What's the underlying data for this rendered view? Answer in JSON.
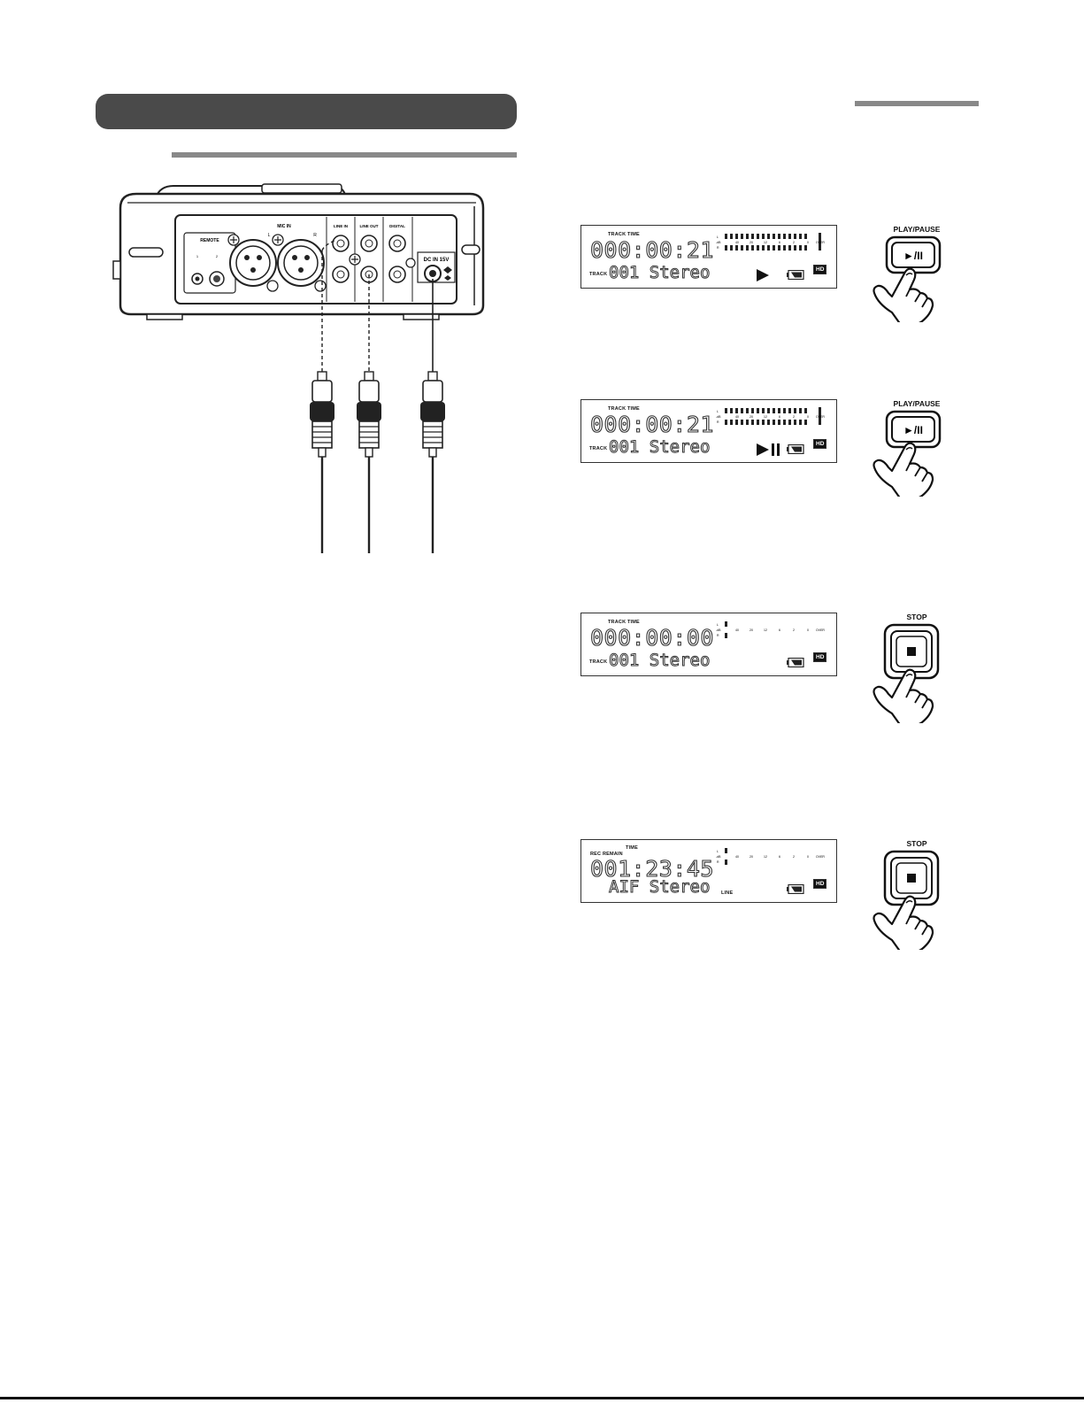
{
  "device": {
    "remote_label": "REMOTE",
    "remote_jack_1": "1",
    "remote_jack_2": "2",
    "mic_in_label": "MIC IN",
    "mic_l": "L",
    "mic_r": "R",
    "line_in_label": "LINE IN",
    "line_out_label": "LINE OUT",
    "digital_label": "DIGITAL",
    "dc_in_label": "DC IN 15V"
  },
  "displays": [
    {
      "top_label": "TRACK TIME",
      "time": "000:00:21",
      "track_label": "TRACK",
      "name": "001 Stereo",
      "state": "play",
      "meter_active": true
    },
    {
      "top_label": "TRACK TIME",
      "time": "000:00:21",
      "track_label": "TRACK",
      "name": "001 Stereo",
      "state": "pause",
      "meter_active": true
    },
    {
      "top_label": "TRACK TIME",
      "time": "000:00:00",
      "track_label": "TRACK",
      "name": "001 Stereo",
      "state": "stop",
      "meter_active": false
    },
    {
      "top_label": "TIME",
      "sub_label": "REC REMAIN",
      "time": "001:23:45",
      "name": "AIF Stereo",
      "source_label": "LINE",
      "state": "stop",
      "meter_active": false
    }
  ],
  "meter": {
    "l": "L",
    "db": "-dB",
    "r": "R",
    "scale": [
      "40",
      "20",
      "12",
      "6",
      "2",
      "0",
      "OVER"
    ]
  },
  "hd_badge": "HD",
  "buttons": [
    {
      "label": "PLAY/PAUSE",
      "symbol": "►/II",
      "kind": "play-pause"
    },
    {
      "label": "PLAY/PAUSE",
      "symbol": "►/II",
      "kind": "play-pause"
    },
    {
      "label": "STOP",
      "symbol": "■",
      "kind": "stop"
    },
    {
      "label": "STOP",
      "symbol": "■",
      "kind": "stop"
    }
  ]
}
